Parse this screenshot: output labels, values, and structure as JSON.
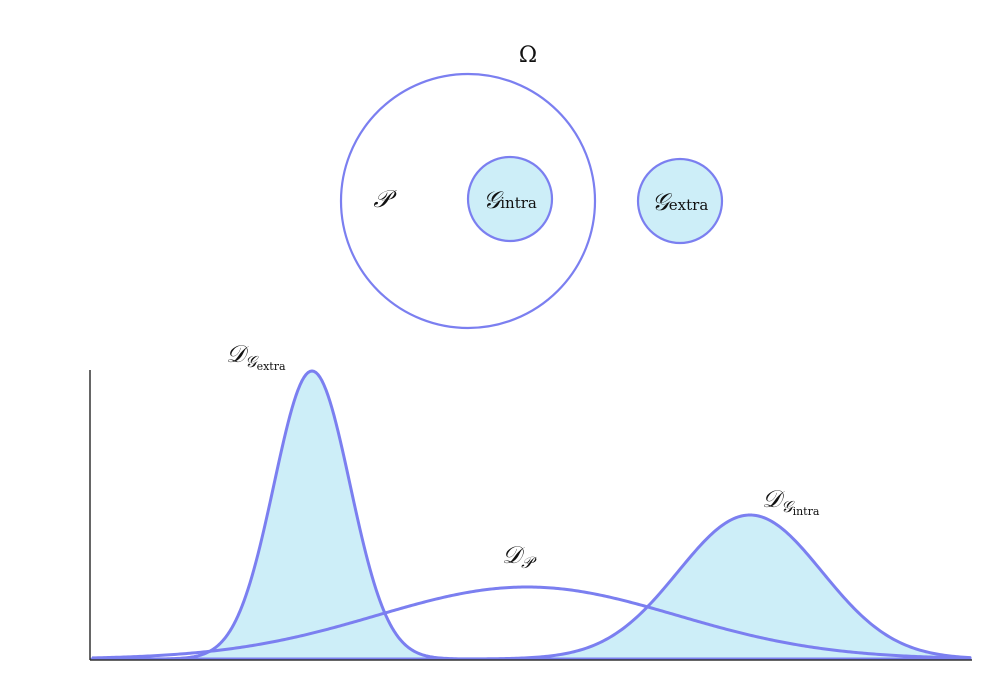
{
  "colors": {
    "stroke": "#7b7ff0",
    "fill": "#cdeef8",
    "axis": "#333333",
    "text": "#111111"
  },
  "sets": {
    "omega": {
      "symbol": "Ω"
    },
    "p": {
      "symbol": "𝒫"
    },
    "g_intra": {
      "symbol": "𝒢",
      "subscript": "intra"
    },
    "g_extra": {
      "symbol": "𝒢",
      "subscript": "extra"
    }
  },
  "distributions": {
    "d_g_extra": {
      "symbol": "𝒟",
      "sub_symbol": "𝒢",
      "sub_subscript": "extra"
    },
    "d_p": {
      "symbol": "𝒟",
      "sub_symbol": "𝒫"
    },
    "d_g_intra": {
      "symbol": "𝒟",
      "sub_symbol": "𝒢",
      "sub_subscript": "intra"
    }
  }
}
